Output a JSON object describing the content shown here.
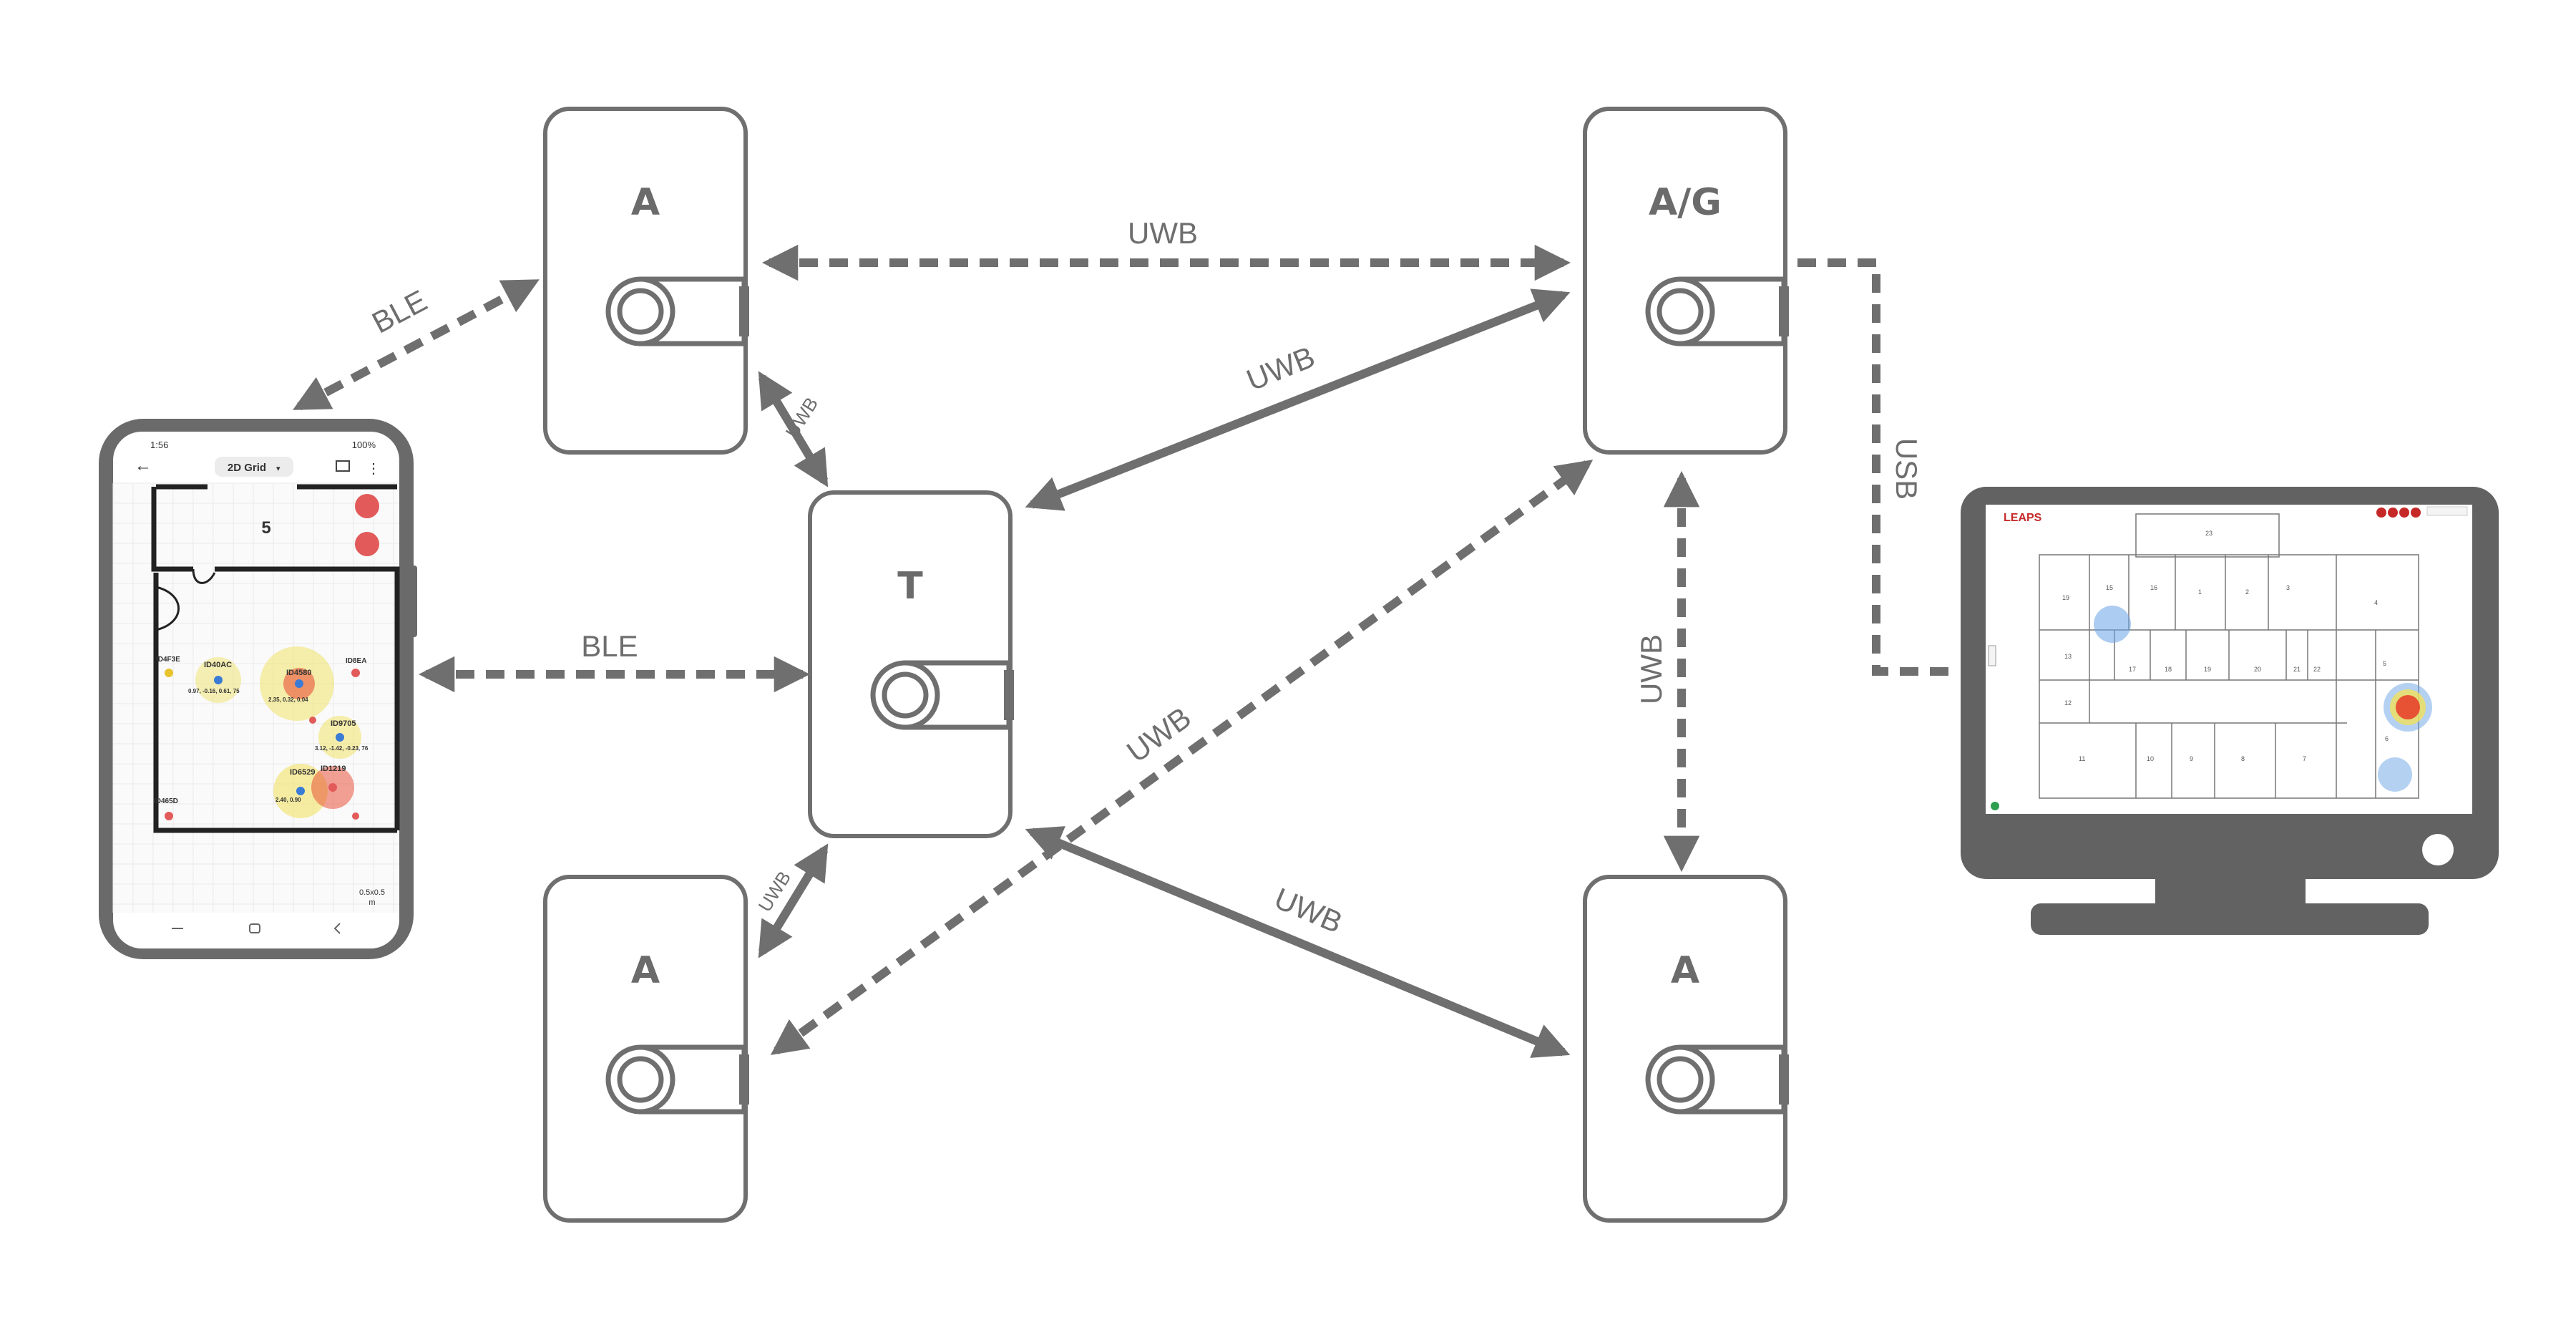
{
  "colors": {
    "stroke": "#6f6f6f",
    "device_fill": "#ffffff",
    "phone_body": "#6a6a6a",
    "monitor_body": "#626262",
    "heat_red": "#e8432c",
    "heat_yellow": "#f0e05a",
    "heat_blue": "#6aa3e6",
    "brand_red": "#c62828"
  },
  "nodes": {
    "anchor_top_left": "A",
    "anchor_gateway": "A/G",
    "tag": "T",
    "anchor_bottom_left": "A",
    "anchor_bottom_right": "A"
  },
  "links": {
    "uwb_top": "UWB",
    "uwb_tag_gateway": "UWB",
    "uwb_tag_top_left": "UWB",
    "uwb_tag_bottom_left": "UWB",
    "uwb_diagonal_dashed": "UWB",
    "uwb_vertical": "UWB",
    "uwb_tag_bottom_right": "UWB",
    "ble_top": "BLE",
    "ble_middle": "BLE",
    "usb": "USB"
  },
  "phone": {
    "status_time": "1:56",
    "status_battery": "100%",
    "back_icon": "back-arrow-icon",
    "view_selector": "2D Grid",
    "room_label": "5",
    "tags": [
      {
        "id": "ID4F3E"
      },
      {
        "id": "ID40AC",
        "coords": "0.97, -0.16, 0.61, 75"
      },
      {
        "id": "ID4580",
        "coords": "2.35, 0.32, 0.04"
      },
      {
        "id": "ID8EA"
      },
      {
        "id": "ID9705",
        "coords": "3.12, -1.42, -0.23, 76"
      },
      {
        "id": "ID6529"
      },
      {
        "id": "ID1219",
        "coords": "2.40, 0.90"
      },
      {
        "id": "ID465D"
      }
    ],
    "scale_label": "0.5x0.5",
    "scale_unit": "m"
  },
  "monitor": {
    "brand": "LEAPS",
    "rooms": [
      "19",
      "15",
      "16",
      "1",
      "2",
      "3",
      "4",
      "13",
      "17",
      "18",
      "19",
      "20",
      "21",
      "22",
      "5",
      "12",
      "11",
      "10",
      "9",
      "8",
      "7",
      "6",
      "23"
    ]
  }
}
